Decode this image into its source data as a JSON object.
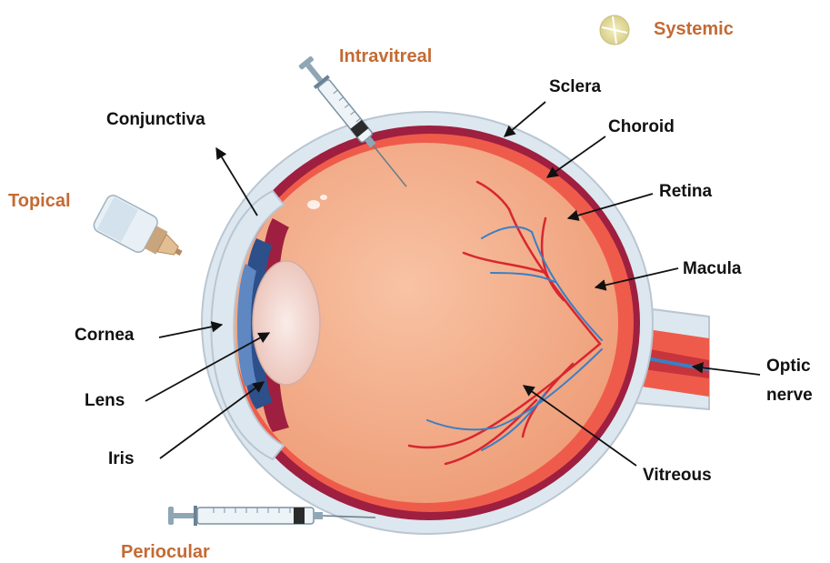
{
  "colors": {
    "route_label": "#c46a33",
    "structure_label": "#111111",
    "sclera": "#dde7ef",
    "choroid": "#9e1f3f",
    "retina": "#ef5b4b",
    "vitreous": "#f4b08f",
    "vessel_red": "#d8262f",
    "vessel_blue": "#3a7fc4",
    "iris": "#2d4f8a",
    "lens": "#f5ddd8"
  },
  "routes": {
    "systemic": "Systemic",
    "intravitreal": "Intravitreal",
    "topical": "Topical",
    "periocular": "Periocular"
  },
  "structures": {
    "sclera": "Sclera",
    "choroid": "Choroid",
    "retina": "Retina",
    "macula": "Macula",
    "optic_nerve_line1": "Optic",
    "optic_nerve_line2": "nerve",
    "vitreous": "Vitreous",
    "conjunctiva": "Conjunctiva",
    "cornea": "Cornea",
    "lens": "Lens",
    "iris": "Iris"
  },
  "icons": [
    "pill-icon",
    "syringe-icon",
    "eye-drop-bottle-icon"
  ]
}
